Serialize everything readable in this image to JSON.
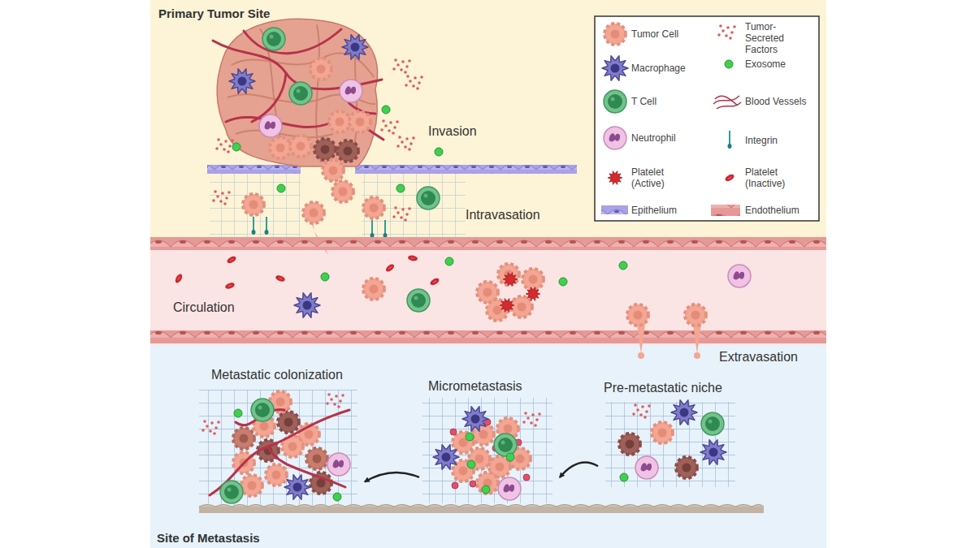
{
  "diagram": {
    "nodes": [
      {
        "text": [
          "Primary Tumor Site"
        ]
      },
      {
        "text": [
          "Circulation"
        ]
      },
      {
        "text": [
          "Site of Metastasis"
        ]
      },
      {
        "text": [
          "Metastatic colonization"
        ],
        "in": 2
      },
      {
        "text": [
          "Micrometastasis"
        ],
        "in": 2
      },
      {
        "text": [
          "Pre-metastatic niche"
        ],
        "in": 2
      }
    ],
    "edges": [
      {
        "from": 5,
        "to": 4,
        "arrow": "to"
      },
      {
        "from": 4,
        "to": 3,
        "arrow": "to"
      }
    ],
    "labels": [
      "Invasion",
      "Intravasation",
      "Extravasation"
    ],
    "legend": [
      {
        "text": "Tumor Cell"
      },
      {
        "text": "Tumor-Secreted Factors"
      },
      {
        "text": "Macrophage"
      },
      {
        "text": "Exosome"
      },
      {
        "text": "T Cell"
      },
      {
        "text": "Blood Vessels"
      },
      {
        "text": "Neutrophil"
      },
      {
        "text": "Integrin"
      },
      {
        "text": "Platelet (Active)"
      },
      {
        "text": "Platelet (Inactive)"
      },
      {
        "text": "Epithelium"
      },
      {
        "text": "Endothelium"
      }
    ]
  }
}
